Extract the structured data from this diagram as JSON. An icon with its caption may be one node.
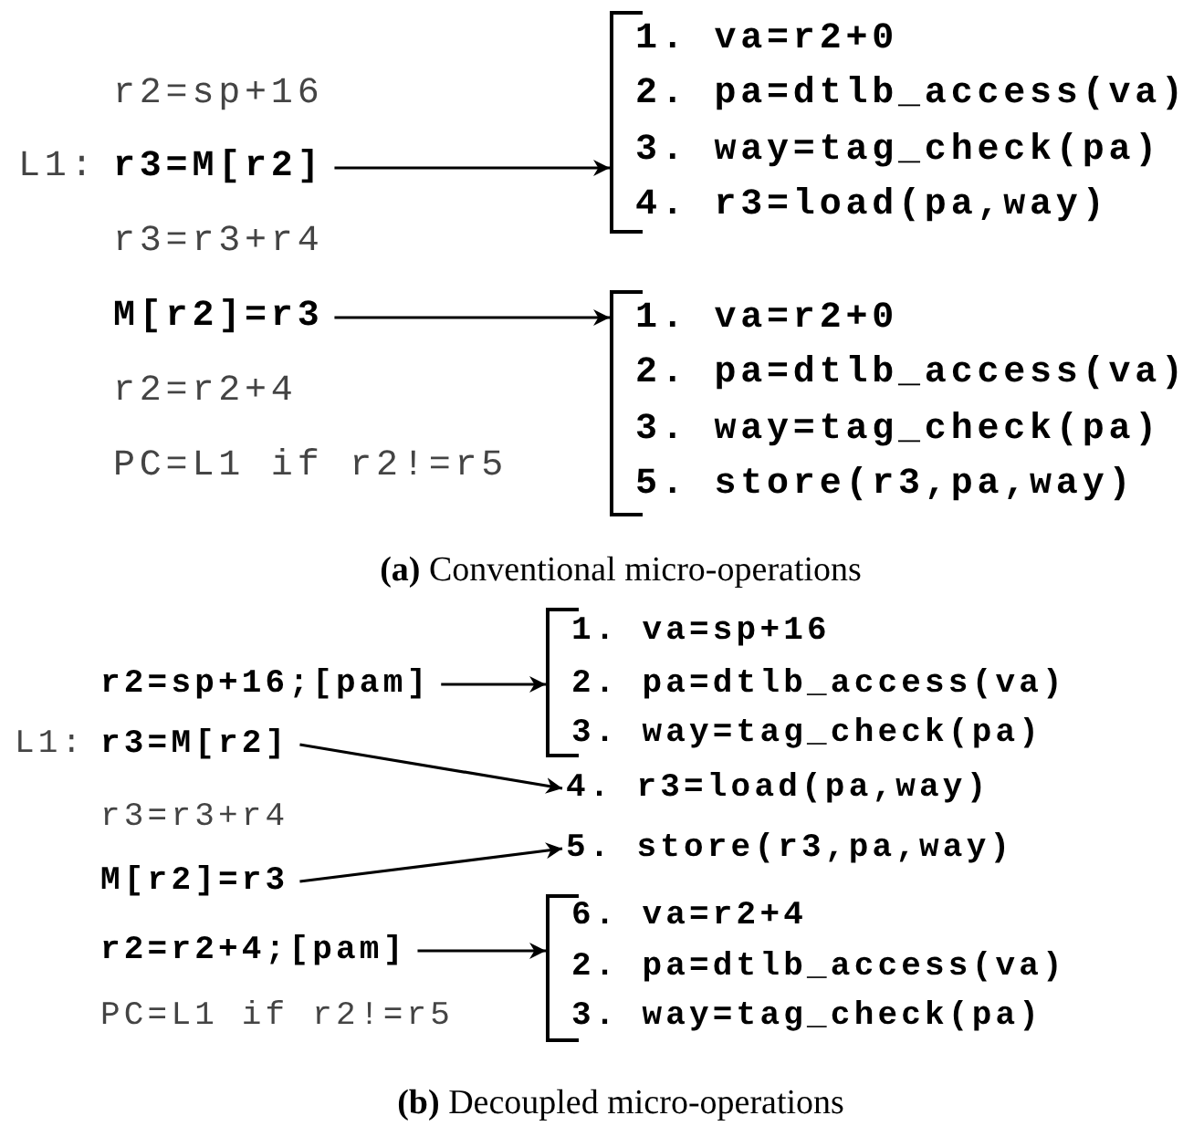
{
  "diagram": {
    "nodes": [
      {
        "text": [
          "r3=M[r2]"
        ]
      },
      {
        "text": [
          "1. va=r2+0",
          "2. pa=dtlb_access(va)",
          "3. way=tag_check(pa)",
          "4. r3=load(pa,way)"
        ]
      },
      {
        "text": [
          "M[r2]=r3"
        ]
      },
      {
        "text": [
          "1. va=r2+0",
          "2. pa=dtlb_access(va)",
          "3. way=tag_check(pa)",
          "5. store(r3,pa,way)"
        ]
      },
      {
        "text": [
          "r2=sp+16;[pam]"
        ]
      },
      {
        "text": [
          "1. va=sp+16",
          "2. pa=dtlb_access(va)",
          "3. way=tag_check(pa)"
        ]
      },
      {
        "text": [
          "r3=M[r2]"
        ]
      },
      {
        "text": [
          "4. r3=load(pa,way)"
        ]
      },
      {
        "text": [
          "M[r2]=r3"
        ]
      },
      {
        "text": [
          "5. store(r3,pa,way)"
        ]
      },
      {
        "text": [
          "r2=r2+4;[pam]"
        ]
      },
      {
        "text": [
          "6. va=r2+4",
          "2. pa=dtlb_access(va)",
          "3. way=tag_check(pa)"
        ]
      }
    ],
    "edges": [
      {
        "from": 0,
        "to": 1,
        "arrow": "to"
      },
      {
        "from": 2,
        "to": 3,
        "arrow": "to"
      },
      {
        "from": 4,
        "to": 5,
        "arrow": "to"
      },
      {
        "from": 6,
        "to": 7,
        "arrow": "to"
      },
      {
        "from": 8,
        "to": 9,
        "arrow": "to"
      },
      {
        "from": 10,
        "to": 11,
        "arrow": "to"
      }
    ],
    "labels": [
      "r2=sp+16",
      "L1:",
      "r3=r3+r4",
      "r2=r2+4",
      "PC=L1 if r2!=r5",
      "**(a)** Conventional micro-operations",
      "L1:",
      "r3=r3+r4",
      "PC=L1 if r2!=r5",
      "**(b)** Decoupled micro-operations"
    ]
  }
}
